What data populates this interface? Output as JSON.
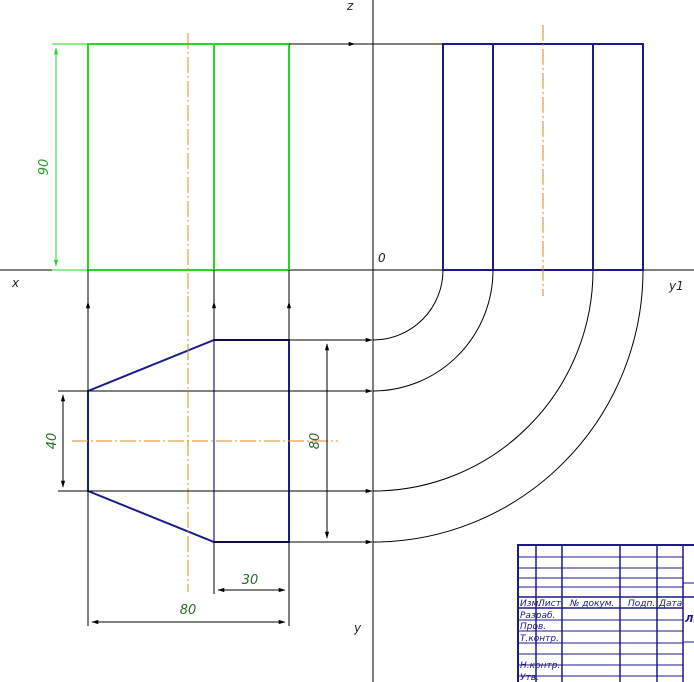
{
  "axes": {
    "z": "z",
    "x": "x",
    "y": "y",
    "y1": "y1",
    "origin": "0"
  },
  "dimensions": {
    "front_height": "90",
    "top_width": "40",
    "top_height": "80",
    "chamfer_len": "30",
    "total_len": "80"
  },
  "title_block": {
    "headers": [
      "Изм.",
      "Лист",
      "№ докум.",
      "Подп.",
      "Дата"
    ],
    "rows": [
      "Разраб.",
      "Пров.",
      "Т.контр.",
      "Н.контр.",
      "Утв."
    ],
    "cut_label": "ЛЕ"
  },
  "colors": {
    "front_view": "#22d822",
    "other_views": "#1a1a8c",
    "center_line": "#e08a1e",
    "construction": "#000000",
    "title_block": "#1a1a8c"
  }
}
